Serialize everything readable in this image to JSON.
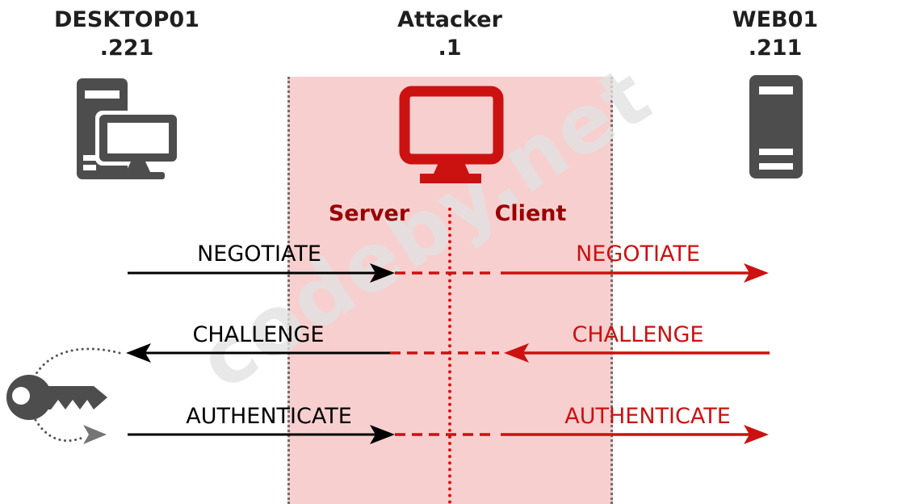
{
  "watermark": {
    "text": "codeby.net"
  },
  "hosts": [
    {
      "name": "DESKTOP01",
      "ip": ".221",
      "icon": "desktop-computer-icon"
    },
    {
      "name": "Attacker",
      "ip": ".1",
      "icon": "attacker-monitor-icon"
    },
    {
      "name": "WEB01",
      "ip": ".211",
      "icon": "server-tower-icon"
    }
  ],
  "attacker_roles": {
    "server": "Server",
    "client": "Client"
  },
  "messages": [
    {
      "label": "NEGOTIATE",
      "direction": "right"
    },
    {
      "label": "CHALLENGE",
      "direction": "left"
    },
    {
      "label": "AUTHENTICATE",
      "direction": "right"
    }
  ],
  "icons": {
    "key": "key-icon"
  },
  "colors": {
    "attack_band": "#f7cfcf",
    "band_border_gray": "#6e6e6e",
    "red": "#cc1111",
    "divider_red": "#dd1212",
    "dark_red": "#990000",
    "icon_gray": "#4d4d4d",
    "black": "#000000",
    "watermark_gray": "#e1e1e1"
  }
}
